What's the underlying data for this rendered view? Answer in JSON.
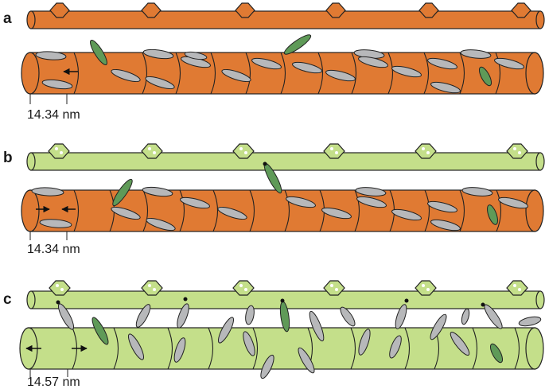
{
  "colors": {
    "orange": "#e07a33",
    "light_green": "#c4df8a",
    "dark_green": "#5f9a58",
    "grey": "#b7b8ba",
    "outline": "#222222"
  },
  "panels": [
    {
      "label": "a",
      "protofilament_color": "orange",
      "hexagon_style": "plain",
      "tube_color": "orange",
      "measurement": "14.34 nm",
      "arrows": "single-left"
    },
    {
      "label": "b",
      "protofilament_color": "light_green",
      "hexagon_style": "dotted",
      "tube_color": "orange",
      "measurement": "14.34 nm",
      "arrows": "converging"
    },
    {
      "label": "c",
      "protofilament_color": "light_green",
      "hexagon_style": "dotted",
      "tube_color": "light_green",
      "measurement": "14.57 nm",
      "arrows": "diverging"
    }
  ]
}
